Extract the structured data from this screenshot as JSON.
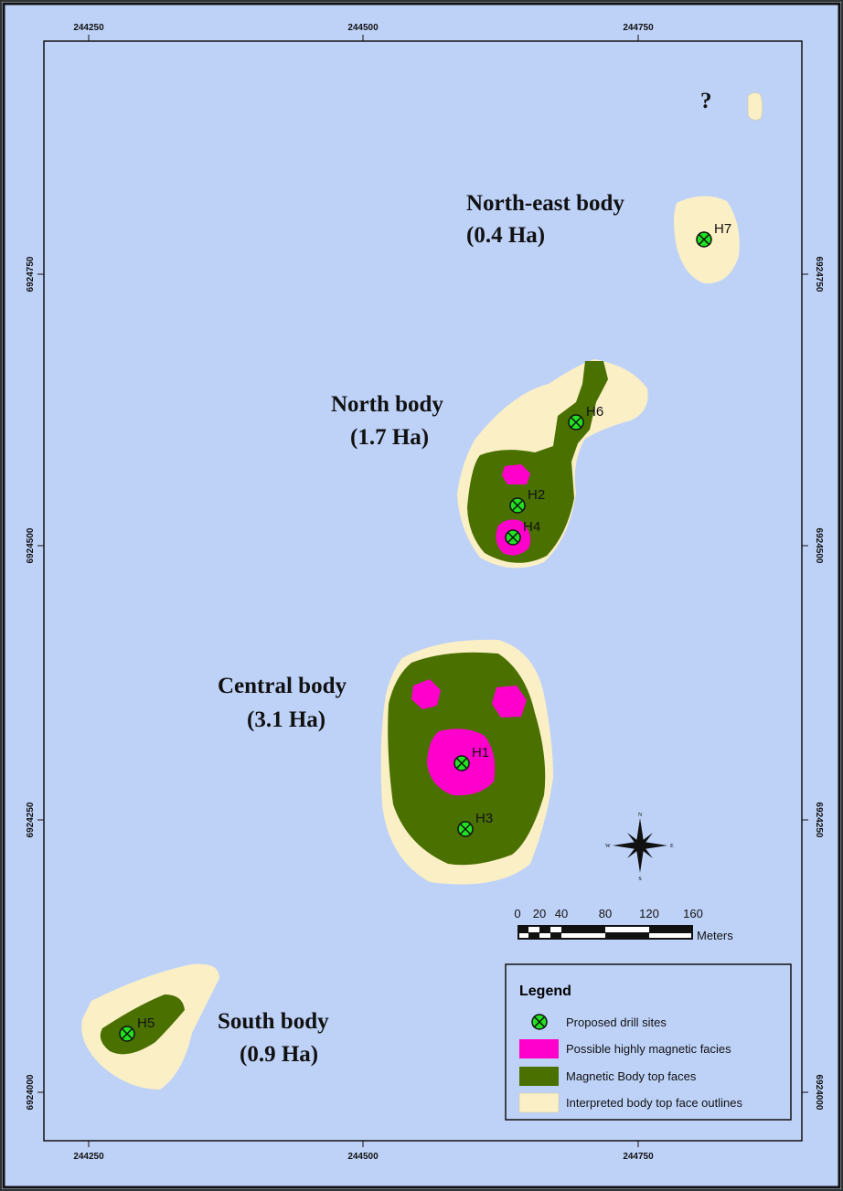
{
  "axes": {
    "x_ticks": [
      "244250",
      "244500",
      "244750"
    ],
    "y_ticks": [
      "6924750",
      "6924500",
      "6924250",
      "6924000"
    ]
  },
  "bodies": [
    {
      "name": "North-east body",
      "area": "(0.4 Ha)"
    },
    {
      "name": "North body",
      "area": "(1.7 Ha)"
    },
    {
      "name": "Central body",
      "area": "(3.1 Ha)"
    },
    {
      "name": "South body",
      "area": "(0.9 Ha)"
    }
  ],
  "unknown_marker": "?",
  "drill_sites": [
    "H1",
    "H2",
    "H3",
    "H4",
    "H5",
    "H6",
    "H7"
  ],
  "north_arrow": {
    "n": "N",
    "s": "S",
    "e": "E",
    "w": "W"
  },
  "scale_bar": {
    "ticks": [
      "0",
      "20",
      "40",
      "80",
      "120",
      "160"
    ],
    "unit": "Meters"
  },
  "legend": {
    "title": "Legend",
    "items": [
      {
        "label": "Proposed drill sites",
        "color": "#22e022"
      },
      {
        "label": "Possible highly magnetic facies",
        "color": "#ff00cc"
      },
      {
        "label": "Magnetic Body top faces",
        "color": "#4a7000"
      },
      {
        "label": "Interpreted body top face outlines",
        "color": "#fbefc6"
      }
    ]
  },
  "colors": {
    "background": "#bed2f8",
    "frame": "#111111"
  }
}
